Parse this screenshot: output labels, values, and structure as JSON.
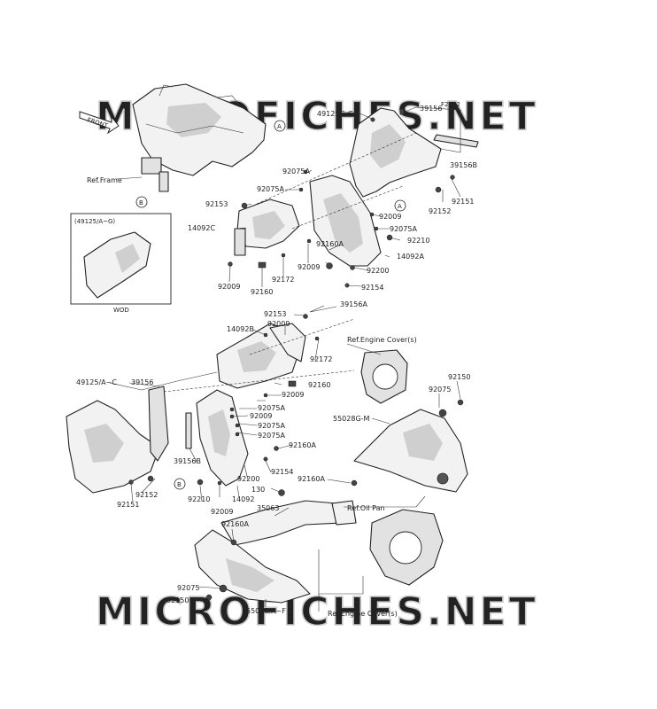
{
  "diagram_code": "F2872",
  "watermark": "MICROFICHES.NET",
  "front_arrow": "FRONT",
  "ref_labels": {
    "frame": "Ref.Frame",
    "engine_cover_top": "Ref.Engine Cover(s)",
    "engine_cover_bottom": "Ref.Engine Cover(s)",
    "oil_pan": "Ref.Oil Pan"
  },
  "callout_letters": {
    "a": "A",
    "b": "B"
  },
  "inset": {
    "title": "(49125/A~G)",
    "caption": "WOD"
  },
  "parts": {
    "p49125G": "49125G-G",
    "p39156_top": "39156",
    "p39156B_top": "39156B",
    "p92075A_1": "92075A",
    "p92075A_2": "92075A",
    "p92153_1": "92153",
    "p14092C": "14092C",
    "p92009_1": "92009",
    "p92160_1": "92160",
    "p92172_1": "92172",
    "p92009_2": "92009",
    "p92160A_1": "92160A",
    "p92009_3": "92009",
    "p92075A_3": "92075A",
    "p92210_1": "92210",
    "p14092A": "14092A",
    "p92200_1": "92200",
    "p92154_1": "92154",
    "p92152_1": "92152",
    "p92151_1": "92151",
    "p92153_2": "92153",
    "p39156A": "39156A",
    "p14092B": "14092B",
    "p92009_4": "92009",
    "p92172_2": "92172",
    "p92160_2": "92160",
    "p92009_5": "92009",
    "p49125AC": "49125/A~C",
    "p39156_bot": "39156",
    "p92075A_4": "92075A",
    "p92009_6": "92009",
    "p92075A_5": "92075A",
    "p92075A_6": "92075A",
    "p92160A_2": "92160A",
    "p92154_2": "92154",
    "p39156B_bot": "39156B",
    "p92200_2": "92200",
    "p14092": "14092",
    "p92210_2": "92210",
    "p92009_7": "92009",
    "p92151_2": "92151",
    "p92152_2": "92152",
    "p92150_top": "92150",
    "p92075_top": "92075",
    "p55028GM": "55028G-M",
    "p92160A_3": "92160A",
    "p130": "130",
    "p35063": "35063",
    "p92160A_4": "92160A",
    "p92075_bot": "92075",
    "p92150_bot": "92150",
    "p55028AF": "55028/A~F"
  }
}
